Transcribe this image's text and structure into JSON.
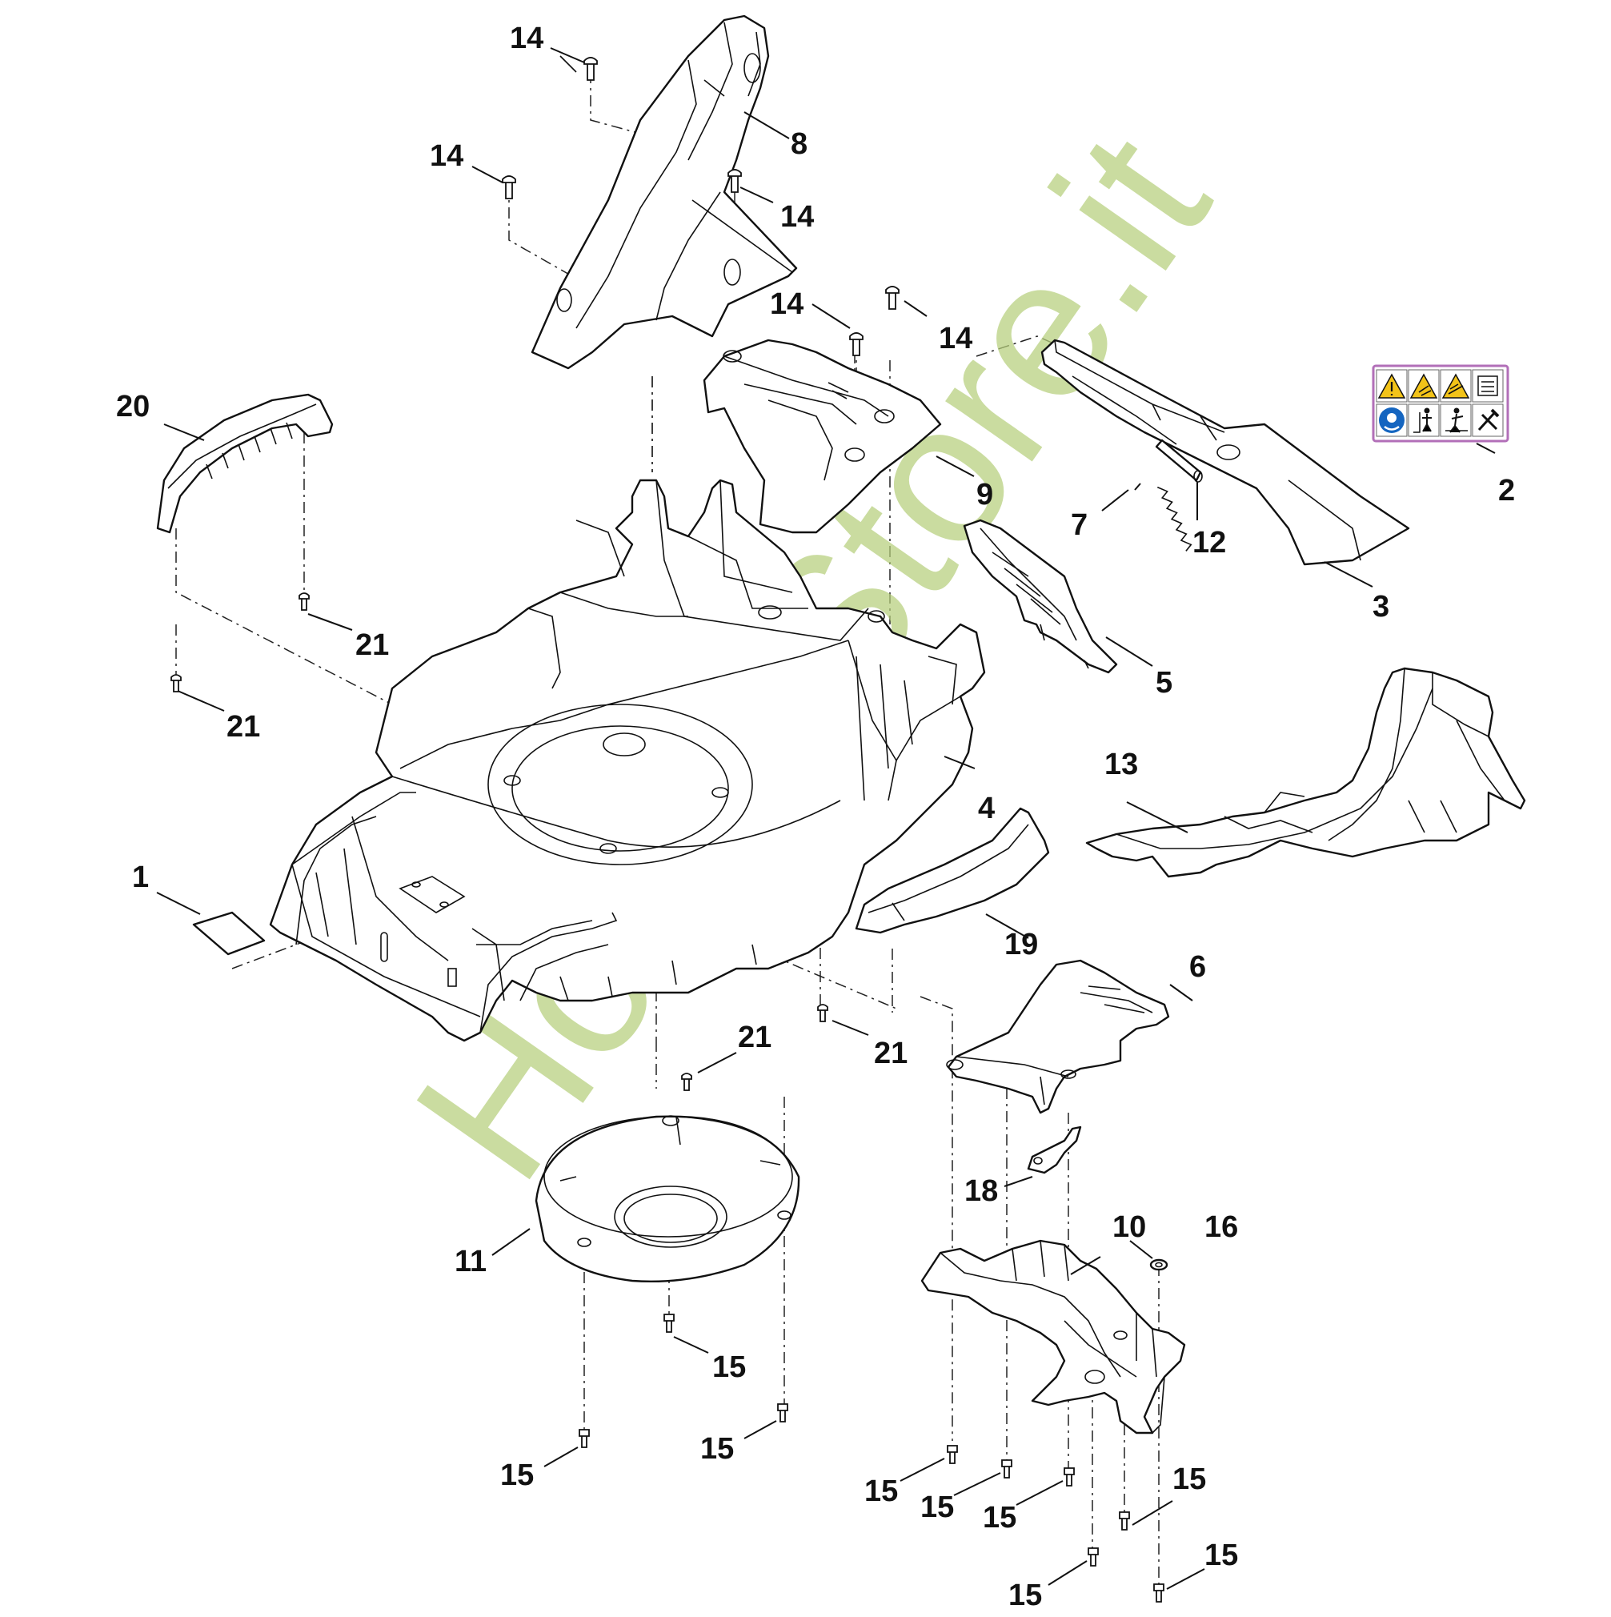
{
  "watermark": "HobbyStore.it",
  "callouts": [
    "1",
    "2",
    "3",
    "4",
    "5",
    "6",
    "7",
    "8",
    "9",
    "10",
    "11",
    "12",
    "13",
    "14",
    "15",
    "16",
    "18",
    "19",
    "20",
    "21"
  ],
  "colors": {
    "line": "#111111",
    "watermark": "#b5cf7c",
    "label_frame": "#b26fb8",
    "warning": "#f2c318",
    "mandatory": "#1565c0"
  },
  "decal_icons": [
    "warning-triangle-icon",
    "thrown-object-warning-icon",
    "hand-blade-warning-icon",
    "read-manual-icon",
    "ear-protection-icon",
    "bystander-distance-icon",
    "operator-icon",
    "disconnect-spark-plug-icon"
  ]
}
